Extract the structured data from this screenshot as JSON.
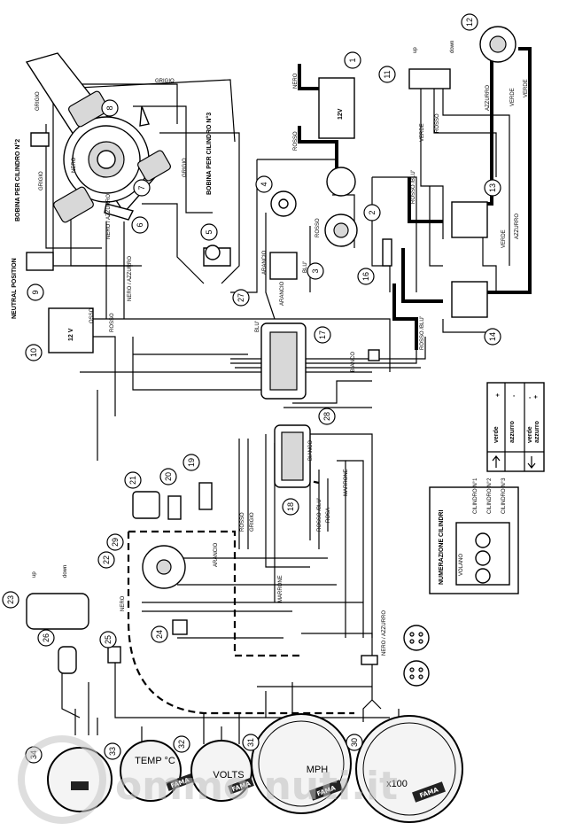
{
  "components": [
    {
      "n": "1"
    },
    {
      "n": "2"
    },
    {
      "n": "3"
    },
    {
      "n": "4"
    },
    {
      "n": "5"
    },
    {
      "n": "6"
    },
    {
      "n": "7"
    },
    {
      "n": "8"
    },
    {
      "n": "9"
    },
    {
      "n": "10"
    },
    {
      "n": "11"
    },
    {
      "n": "12"
    },
    {
      "n": "13"
    },
    {
      "n": "14"
    },
    {
      "n": "16"
    },
    {
      "n": "17"
    },
    {
      "n": "18"
    },
    {
      "n": "19"
    },
    {
      "n": "20"
    },
    {
      "n": "21"
    },
    {
      "n": "22"
    },
    {
      "n": "23"
    },
    {
      "n": "24"
    },
    {
      "n": "25"
    },
    {
      "n": "26"
    },
    {
      "n": "27"
    },
    {
      "n": "28"
    },
    {
      "n": "29"
    },
    {
      "n": "30"
    },
    {
      "n": "31"
    },
    {
      "n": "32"
    },
    {
      "n": "33"
    },
    {
      "n": "34"
    }
  ],
  "labels": {
    "coil2": "BOBINA PER CILINDRO N°2",
    "coil3": "BOBINA PER CILINDRO N°3",
    "neutral": "NEUTRAL POSITION",
    "battery": "12V",
    "battery_small": "12 V",
    "up": "up",
    "down": "down",
    "grigio": "GRIGIO",
    "nero": "NERO",
    "rosso": "ROSSO",
    "osso": "OSSO",
    "verde": "VERDE",
    "azzurro": "AZZURRO",
    "rosso_blu": "ROSSO /BLU'",
    "blu": "BLU'",
    "arancio": "ARANCIO",
    "marrone": "MARRONE",
    "bianco": "BIANCO",
    "rosa": "ROSA",
    "nero_azzurro": "NERO / AZZURRO"
  },
  "legend": {
    "rows": [
      {
        "wire": "verde",
        "up": "+",
        "down": "-"
      },
      {
        "wire": "azzurro",
        "up": "-",
        "down": "+"
      }
    ],
    "rows_b": [
      {
        "wire": "verde"
      },
      {
        "wire": "azzurro"
      }
    ]
  },
  "cylinders": {
    "title": "NUMERAZIONE CILINDRI",
    "volano": "VOLANO",
    "items": [
      "CILINDRO N°1",
      "CILINDRO N°2",
      "CILINDRO N°3"
    ]
  },
  "gauges": {
    "speedo_unit": "MPH",
    "tacho_unit": "x100",
    "temp": "TEMP °C",
    "volts": "VOLTS",
    "brand": "FAMA"
  },
  "watermark": "ommo  nuti.it"
}
